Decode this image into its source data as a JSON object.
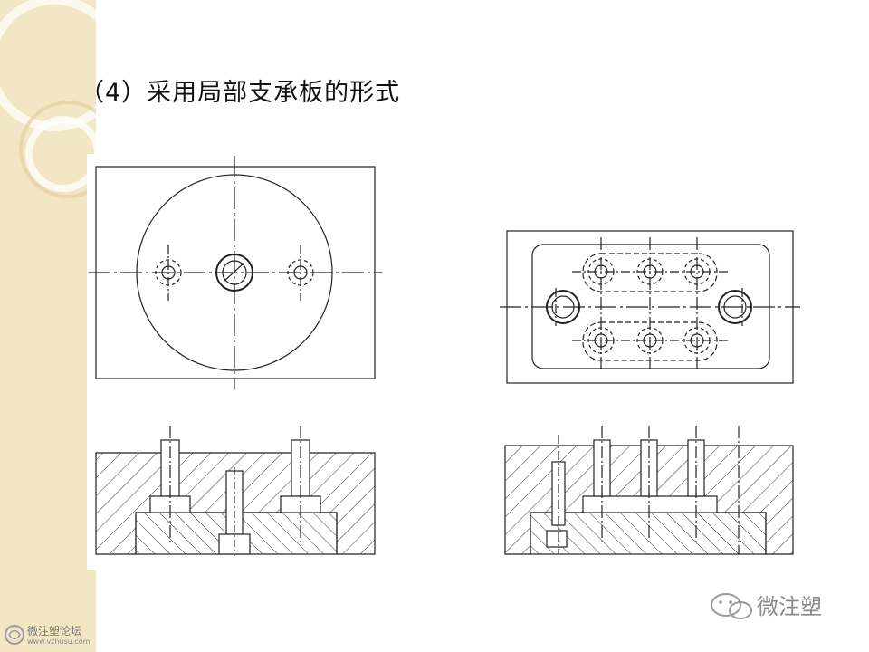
{
  "slide": {
    "title": "（4）采用局部支承板的形式",
    "background": "#ffffff",
    "sidebar_color": "#f3e6c4"
  },
  "watermarks": {
    "left_text": "微注塑论坛",
    "left_url": "www.vzhusu.com",
    "right_text": "微注塑",
    "right_icon": "wechat-icon"
  }
}
